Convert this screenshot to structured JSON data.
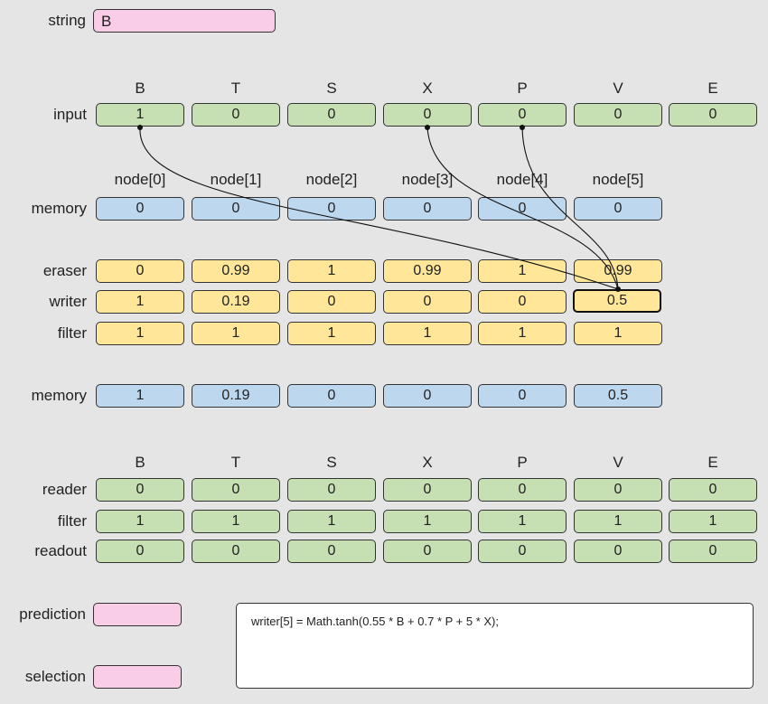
{
  "string": {
    "label": "string",
    "value": "B"
  },
  "input": {
    "label": "input",
    "headers": [
      "B",
      "T",
      "S",
      "X",
      "P",
      "V",
      "E"
    ],
    "values": [
      "1",
      "0",
      "0",
      "0",
      "0",
      "0",
      "0"
    ]
  },
  "memory_in": {
    "label": "memory",
    "headers": [
      "node[0]",
      "node[1]",
      "node[2]",
      "node[3]",
      "node[4]",
      "node[5]"
    ],
    "values": [
      "0",
      "0",
      "0",
      "0",
      "0",
      "0"
    ]
  },
  "eraser": {
    "label": "eraser",
    "values": [
      "0",
      "0.99",
      "1",
      "0.99",
      "1",
      "0.99"
    ]
  },
  "writer": {
    "label": "writer",
    "values": [
      "1",
      "0.19",
      "0",
      "0",
      "0",
      "0.5"
    ]
  },
  "filter1": {
    "label": "filter",
    "values": [
      "1",
      "1",
      "1",
      "1",
      "1",
      "1"
    ]
  },
  "memory_out": {
    "label": "memory",
    "values": [
      "1",
      "0.19",
      "0",
      "0",
      "0",
      "0.5"
    ]
  },
  "output": {
    "headers": [
      "B",
      "T",
      "S",
      "X",
      "P",
      "V",
      "E"
    ],
    "reader": {
      "label": "reader",
      "values": [
        "0",
        "0",
        "0",
        "0",
        "0",
        "0",
        "0"
      ]
    },
    "filter": {
      "label": "filter",
      "values": [
        "1",
        "1",
        "1",
        "1",
        "1",
        "1",
        "1"
      ]
    },
    "readout": {
      "label": "readout",
      "values": [
        "0",
        "0",
        "0",
        "0",
        "0",
        "0",
        "0"
      ]
    }
  },
  "prediction": {
    "label": "prediction",
    "value": ""
  },
  "selection": {
    "label": "selection",
    "value": ""
  },
  "code": "writer[5] = Math.tanh(0.55 * B + 0.7 * P + 5 * X);",
  "colors": {
    "background": "#e5e5e5",
    "green": "#c6e0b4",
    "blue": "#bdd7ee",
    "yellow": "#ffe699",
    "pink": "#f9cde8"
  }
}
